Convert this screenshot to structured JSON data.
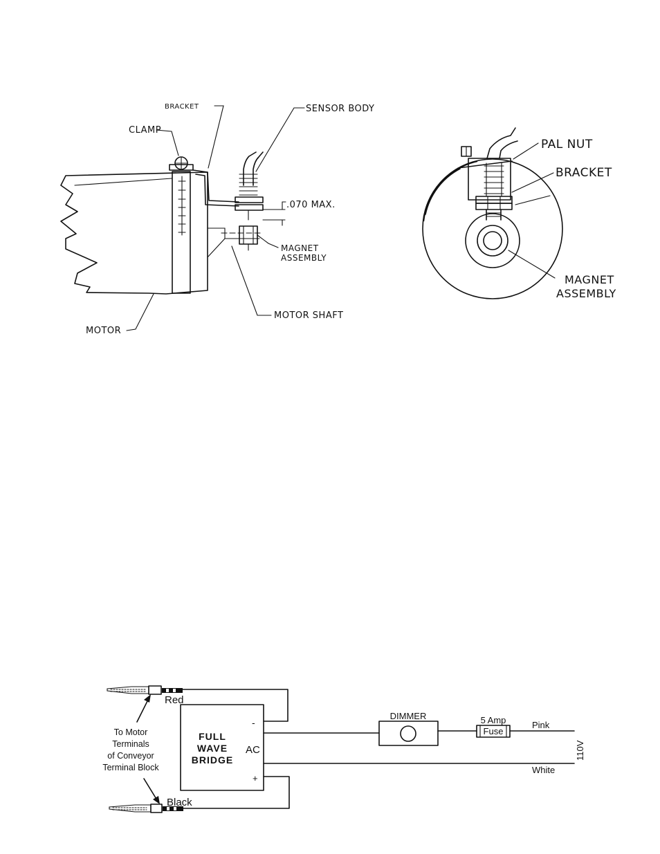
{
  "side_view": {
    "bracket": "BRACKET",
    "clamp": "CLAMP",
    "sensor_body": "SENSOR BODY",
    "gap": ".070 MAX.",
    "magnet_line1": "MAGNET",
    "magnet_line2": "ASSEMBLY",
    "motor_shaft": "MOTOR SHAFT",
    "motor": "MOTOR"
  },
  "end_view": {
    "pal_nut": "PAL NUT",
    "bracket": "BRACKET",
    "magnet_line1": "MAGNET",
    "magnet_line2": "ASSEMBLY"
  },
  "wiring": {
    "red": "Red",
    "black": "Black",
    "bridge_line1": "FULL",
    "bridge_line2": "WAVE",
    "bridge_line3": "BRIDGE",
    "minus": "-",
    "ac": "AC",
    "plus": "+",
    "note_line1": "To Motor",
    "note_line2": "Terminals",
    "note_line3": "of Conveyor",
    "note_line4": "Terminal Block",
    "dimmer": "DIMMER",
    "fuse_rating": "5 Amp",
    "fuse": "Fuse",
    "pink": "Pink",
    "white": "White",
    "voltage": "110V"
  }
}
